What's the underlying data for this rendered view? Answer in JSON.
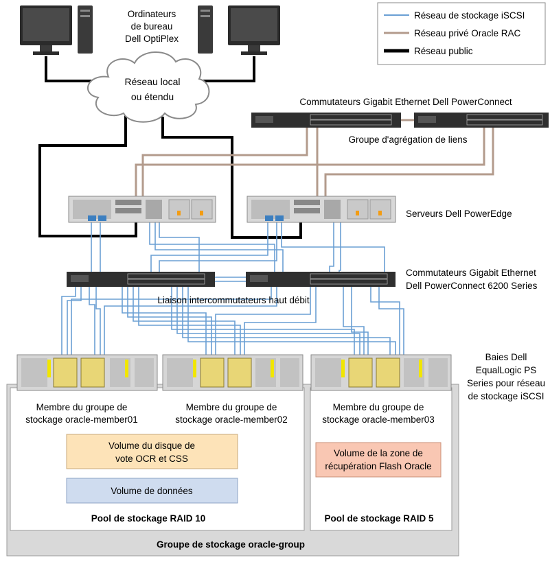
{
  "legend": {
    "iscsi": "Réseau de stockage iSCSI",
    "rac": "Réseau privé Oracle RAC",
    "public": "Réseau public"
  },
  "colors": {
    "iscsi": "#6a9fd4",
    "rac": "#b39b8c",
    "public": "#000000",
    "group_bg": "#d9d9d9",
    "ocr_box": "#fde3b8",
    "data_box": "#cfdcef",
    "flash_box": "#f9c7b3"
  },
  "labels": {
    "desktops_l1": "Ordinateurs",
    "desktops_l2": "de bureau",
    "desktops_l3": "Dell OptiPlex",
    "cloud_l1": "Réseau local",
    "cloud_l2": "ou étendu",
    "gig_switches": "Commutateurs Gigabit Ethernet Dell PowerConnect",
    "lag": "Groupe d'agrégation de liens",
    "servers": "Serveurs Dell PowerEdge",
    "sw6200_l1": "Commutateurs Gigabit Ethernet",
    "sw6200_l2": "Dell PowerConnect 6200 Series",
    "interswitch": "Liaison intercommutateurs haut débit",
    "arrays_l1": "Baies Dell",
    "arrays_l2": "EqualLogic PS",
    "arrays_l3": "Series pour réseau",
    "arrays_l4": "de stockage iSCSI"
  },
  "members": [
    {
      "l1": "Membre du groupe de",
      "l2": "stockage oracle-member01"
    },
    {
      "l1": "Membre du groupe de",
      "l2": "stockage  oracle-member02"
    },
    {
      "l1": "Membre du groupe de",
      "l2": "stockage oracle-member03"
    }
  ],
  "volumes": {
    "ocr_l1": "Volume du disque de",
    "ocr_l2": "vote OCR et CSS",
    "data": "Volume de données",
    "flash_l1": "Volume de la zone de",
    "flash_l2": "récupération Flash Oracle"
  },
  "pools": {
    "raid10": "Pool de stockage RAID 10",
    "raid5": "Pool de stockage RAID 5"
  },
  "group": "Groupe de stockage oracle-group"
}
